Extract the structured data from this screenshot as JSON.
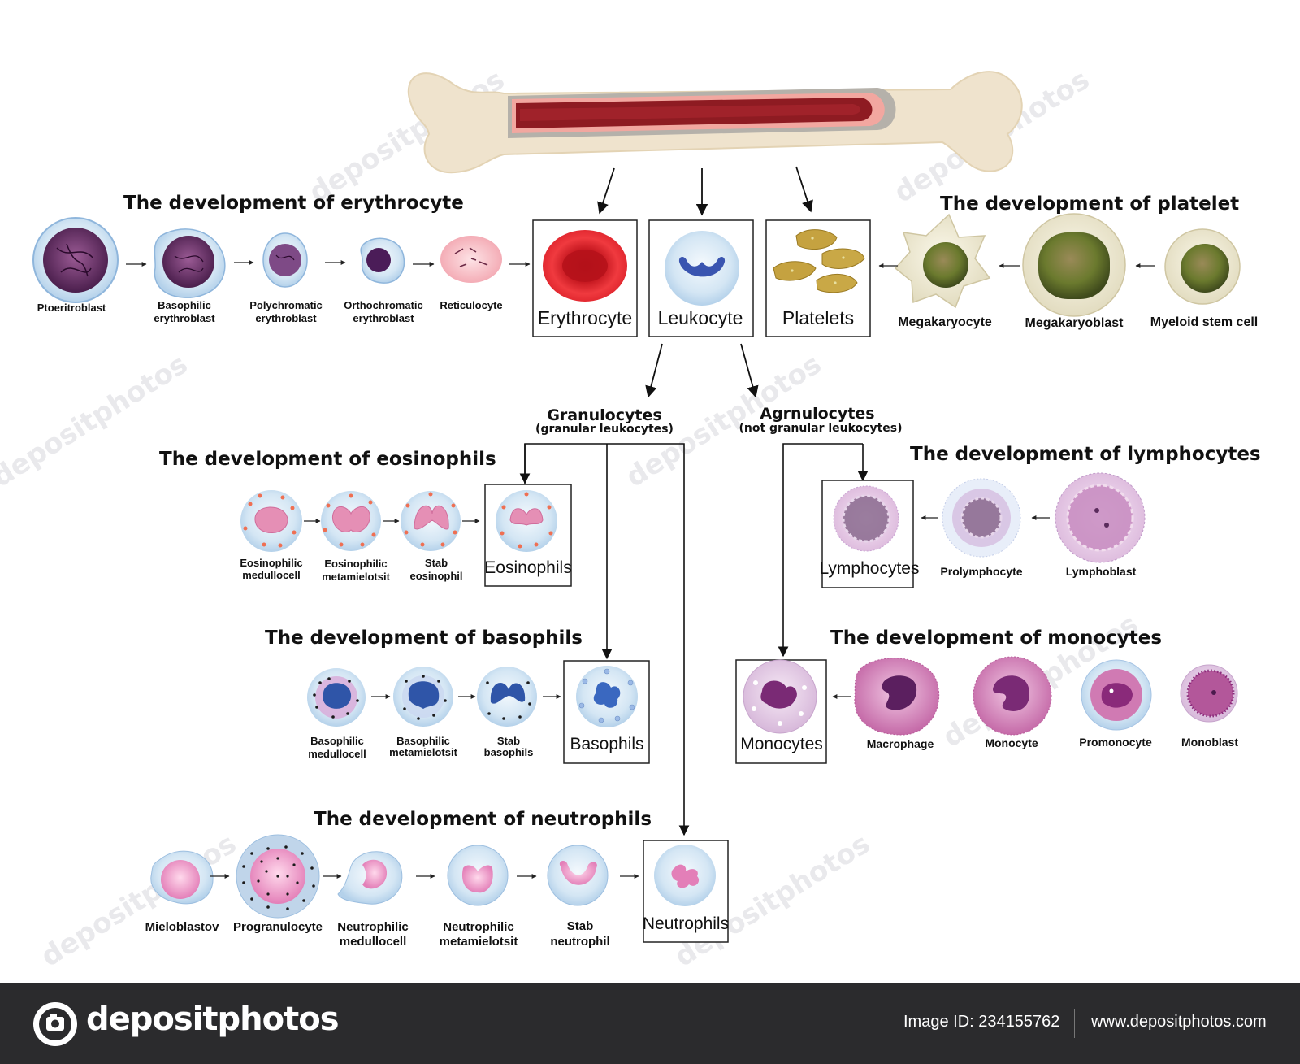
{
  "titles": {
    "erythrocyte": "The development of erythrocyte",
    "platelet": "The development of platelet",
    "eosinophils": "The development of eosinophils",
    "lymphocytes": "The development of lymphocytes",
    "basophils": "The development of basophils",
    "monocytes": "The development of monocytes",
    "neutrophils": "The development of neutrophils"
  },
  "boxes": {
    "erythrocyte": "Erythrocyte",
    "leukocyte": "Leukocyte",
    "platelets": "Platelets",
    "eosinophils": "Eosinophils",
    "basophils": "Basophils",
    "lymphocytes": "Lymphocytes",
    "monocytes": "Monocytes",
    "neutrophils": "Neutrophils"
  },
  "groups": {
    "granulocytes": {
      "name": "Granulocytes",
      "note": "(granular leukocytes)"
    },
    "agranulocytes": {
      "name": "Agrnulocytes",
      "note": "(not granular leukocytes)"
    }
  },
  "erythrocyte_stages": [
    [
      "Ptoeritroblast"
    ],
    [
      "Basophilic",
      "erythroblast"
    ],
    [
      "Polychromatic",
      "erythroblast"
    ],
    [
      "Orthochromatic",
      "erythroblast"
    ],
    [
      "Reticulocyte"
    ]
  ],
  "platelet_stages": [
    [
      "Megakaryocyte"
    ],
    [
      "Megakaryoblast"
    ],
    [
      "Myeloid stem cell"
    ]
  ],
  "eosinophil_stages": [
    [
      "Eosinophilic",
      "medullocell"
    ],
    [
      "Eosinophilic",
      "metamielotsit"
    ],
    [
      "Stab",
      "eosinophil"
    ]
  ],
  "lymphocyte_stages": [
    [
      "Prolymphocyte"
    ],
    [
      "Lymphoblast"
    ]
  ],
  "basophil_stages": [
    [
      "Basophilic",
      "medullocell"
    ],
    [
      "Basophilic",
      "metamielotsit"
    ],
    [
      "Stab",
      "basophils"
    ]
  ],
  "monocyte_stages": [
    [
      "Macrophage"
    ],
    [
      "Monocyte"
    ],
    [
      "Promonocyte"
    ],
    [
      "Monoblast"
    ]
  ],
  "neutrophil_stages": [
    [
      "Mieloblastov"
    ],
    [
      "Progranulocyte"
    ],
    [
      "Neutrophilic",
      "medullocell"
    ],
    [
      "Neutrophilic",
      "metamielotsit"
    ],
    [
      "Stab",
      "neutrophil"
    ]
  ],
  "watermark": "depositphotos",
  "footer": {
    "brand": "depositphotos",
    "image_id": "Image ID: 234155762",
    "url": "www.depositphotos.com"
  },
  "colors": {
    "bone": "#efe3cd",
    "marrow": "#8e1b22",
    "rbc": "#e0262e",
    "leukocyte_nucleus": "#3a55b0",
    "eosinophil_nucleus": "#e58fb5",
    "eosinophil_granule": "#ef6f52",
    "basophil_nucleus": "#2f55a8",
    "monocyte_nucleus": "#7a2a75",
    "lymphocyte_nucleus": "#8a6a8e",
    "platelet": "#c5a240",
    "megakaryocyte": "#6f6a2c",
    "cell_halo": "#c9e0f2",
    "footer_bg": "#2b2b2d"
  }
}
